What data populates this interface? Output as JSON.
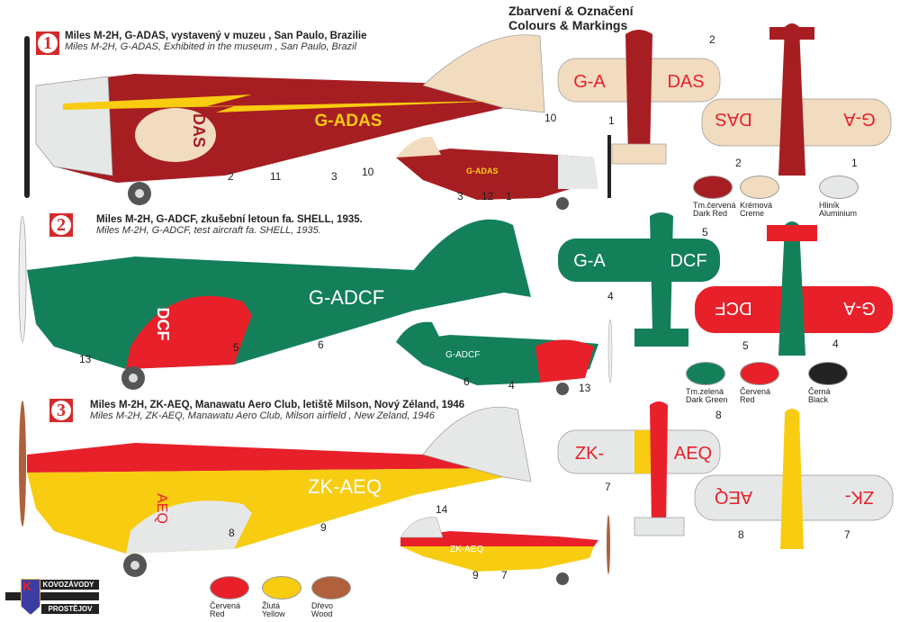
{
  "heading": {
    "cz": "Zbarvení & Označení",
    "en": "Colours & Markings"
  },
  "profiles": [
    {
      "number": "1",
      "title_cz": "Miles M-2H, G-ADAS, vystavený v muzeu , San Paulo, Brazilie",
      "title_en": "Miles M-2H, G-ADAS,  Exhibited in the museum , San Paulo, Brazil",
      "registration": "G-ADAS",
      "reg_left": "G-A",
      "reg_right": "DAS",
      "fuselage_mark": "DAS",
      "callouts": [
        "2",
        "11",
        "3",
        "10",
        "10",
        "3",
        "12",
        "1",
        "2",
        "1",
        "2",
        "1"
      ]
    },
    {
      "number": "2",
      "title_cz": "Miles M-2H, G-ADCF, zkušební letoun fa. SHELL, 1935.",
      "title_en": "Miles M-2H, G-ADCF, test aircraft fa. SHELL, 1935.",
      "registration": "G-ADCF",
      "reg_left": "G-A",
      "reg_right": "DCF",
      "fuselage_mark": "DCF",
      "callouts": [
        "13",
        "5",
        "6",
        "6",
        "4",
        "13",
        "5",
        "4",
        "5",
        "4"
      ]
    },
    {
      "number": "3",
      "title_cz": "Miles M-2H, ZK-AEQ,  Manawatu Aero Club, letiště Milson, Nový Zéland, 1946",
      "title_en": "Miles M-2H, ZK-AEQ,  Manawatu Aero Club, Milson airfield , New Zeland, 1946",
      "registration": "ZK-AEQ",
      "reg_left": "ZK-",
      "reg_right": "AEQ",
      "fuselage_mark": "AEQ",
      "callouts": [
        "8",
        "9",
        "14",
        "9",
        "7",
        "8",
        "7",
        "8",
        "7"
      ]
    }
  ],
  "swatches": [
    {
      "cz": "Tm.červená",
      "en": "Dark Red",
      "color": "#a61e22"
    },
    {
      "cz": "Krémová",
      "en": "Creme",
      "color": "#f2dcc0"
    },
    {
      "cz": "Hliník",
      "en": "Aluminium",
      "color": "#e6e8e8"
    },
    {
      "cz": "Tm.zelená",
      "en": "Dark Green",
      "color": "#14805a"
    },
    {
      "cz": "Červená",
      "en": "Red",
      "color": "#e8202a"
    },
    {
      "cz": "Černá",
      "en": "Black",
      "color": "#222222"
    },
    {
      "cz": "Červená",
      "en": "Red",
      "color": "#e8202a"
    },
    {
      "cz": "Žlutá",
      "en": "Yellow",
      "color": "#f8cc10"
    },
    {
      "cz": "Dřevo",
      "en": "Wood",
      "color": "#b0603c"
    }
  ],
  "logo": {
    "top": "KOVOZÁVODY",
    "bottom": "PROSTĚJOV",
    "letter": "K"
  }
}
